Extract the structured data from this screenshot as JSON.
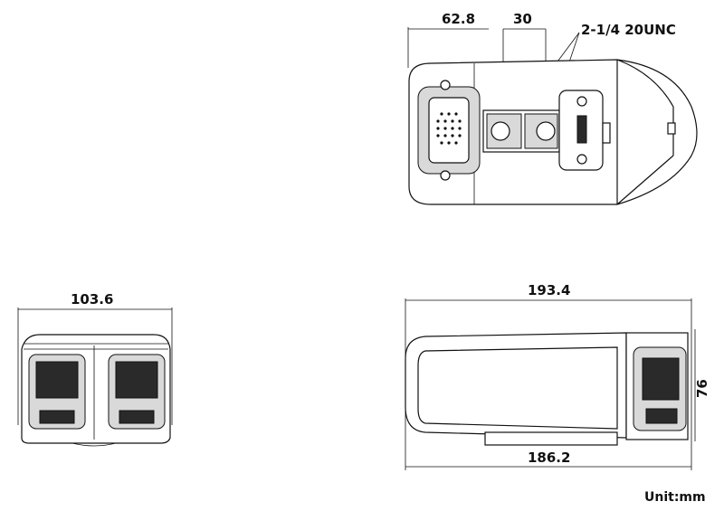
{
  "dimensions": {
    "top_offset": "62.8",
    "top_spacing": "30",
    "mount_thread": "2-1/4 20UNC",
    "front_width": "103.6",
    "side_length": "193.4",
    "side_base": "186.2",
    "side_height": "76"
  },
  "unit_label": "Unit:mm",
  "colors": {
    "line": "#111111",
    "housing_gray": "#d9d9d9",
    "lens_dark": "#2a2a2a"
  }
}
